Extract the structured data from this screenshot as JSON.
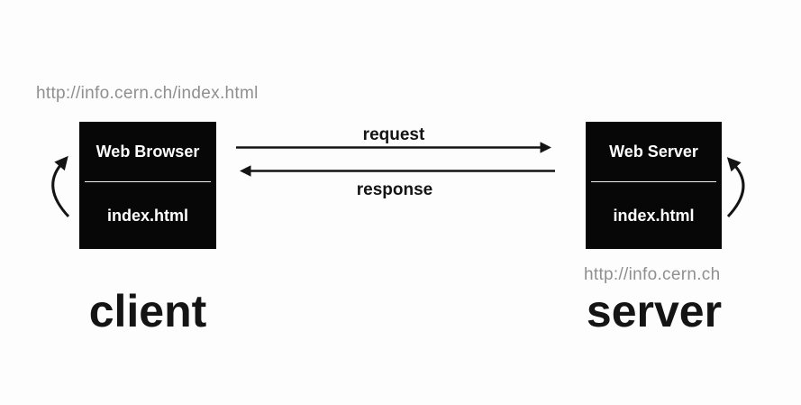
{
  "diagram": {
    "client": {
      "url": "http://info.cern.ch/index.html",
      "box_title": "Web Browser",
      "box_file": "index.html",
      "label": "client"
    },
    "server": {
      "url": "http://info.cern.ch",
      "box_title": "Web Server",
      "box_file": "index.html",
      "label": "server"
    },
    "flow": {
      "request_label": "request",
      "response_label": "response"
    },
    "colors": {
      "background": "#fdfdfd",
      "box_fill": "#070707",
      "box_text": "#ffffff",
      "divider_line": "#eeeeee",
      "url_text": "#8f8f8f",
      "heading_text": "#141414",
      "arrow_stroke": "#141414"
    }
  }
}
